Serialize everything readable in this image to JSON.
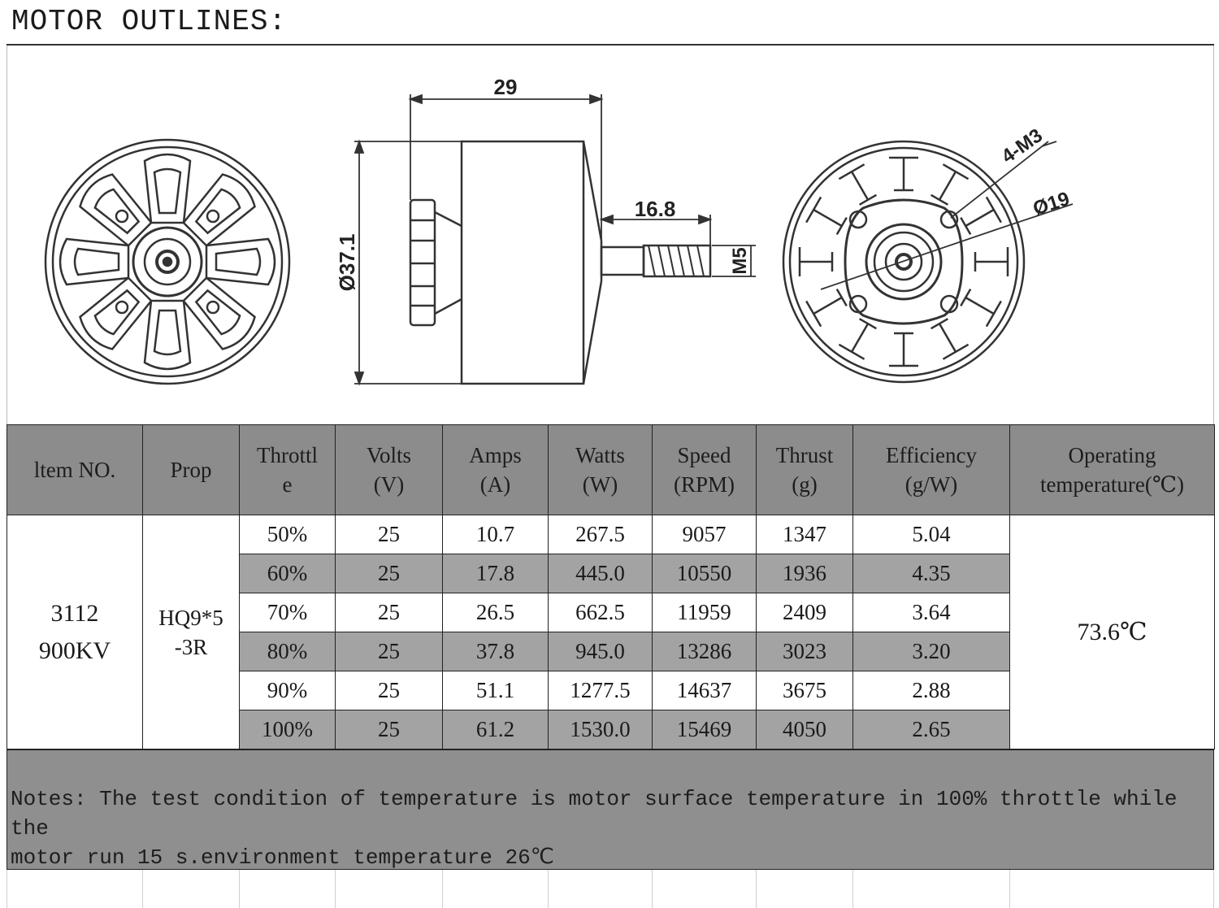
{
  "title": "MOTOR OUTLINES:",
  "dimensions": {
    "length": "29",
    "diameter": "Ø37.1",
    "shaft_length": "16.8",
    "shaft_thread": "M5",
    "mount_holes": "4-M3",
    "mount_circle": "Ø19"
  },
  "table": {
    "headers": {
      "item": "ltem NO.",
      "prop": "Prop",
      "throttle_1": "Throttl",
      "throttle_2": "e",
      "volts_1": "Volts",
      "volts_2": "(V)",
      "amps_1": "Amps",
      "amps_2": "(A)",
      "watts_1": "Watts",
      "watts_2": "(W)",
      "speed_1": "Speed",
      "speed_2": "(RPM)",
      "thrust_1": "Thrust",
      "thrust_2": "(g)",
      "eff_1": "Efficiency",
      "eff_2": "(g/W)",
      "temp_1": "Operating",
      "temp_2": "temperature(℃)"
    },
    "item_1": "3112",
    "item_2": "900KV",
    "prop_1": "HQ9*5",
    "prop_2": "-3R",
    "operating_temp": "73.6℃",
    "rows": [
      {
        "throttle": "50%",
        "volts": "25",
        "amps": "10.7",
        "watts": "267.5",
        "speed": "9057",
        "thrust": "1347",
        "eff": "5.04"
      },
      {
        "throttle": "60%",
        "volts": "25",
        "amps": "17.8",
        "watts": "445.0",
        "speed": "10550",
        "thrust": "1936",
        "eff": "4.35"
      },
      {
        "throttle": "70%",
        "volts": "25",
        "amps": "26.5",
        "watts": "662.5",
        "speed": "11959",
        "thrust": "2409",
        "eff": "3.64"
      },
      {
        "throttle": "80%",
        "volts": "25",
        "amps": "37.8",
        "watts": "945.0",
        "speed": "13286",
        "thrust": "3023",
        "eff": "3.20"
      },
      {
        "throttle": "90%",
        "volts": "25",
        "amps": "51.1",
        "watts": "1277.5",
        "speed": "14637",
        "thrust": "3675",
        "eff": "2.88"
      },
      {
        "throttle": "100%",
        "volts": "25",
        "amps": "61.2",
        "watts": "1530.0",
        "speed": "15469",
        "thrust": "4050",
        "eff": "2.65"
      }
    ]
  },
  "notes_line_1": "Notes: The test condition of temperature is motor surface temperature in 100% throttle while the",
  "notes_line_2": "motor run 15 s.environment temperature 26℃"
}
